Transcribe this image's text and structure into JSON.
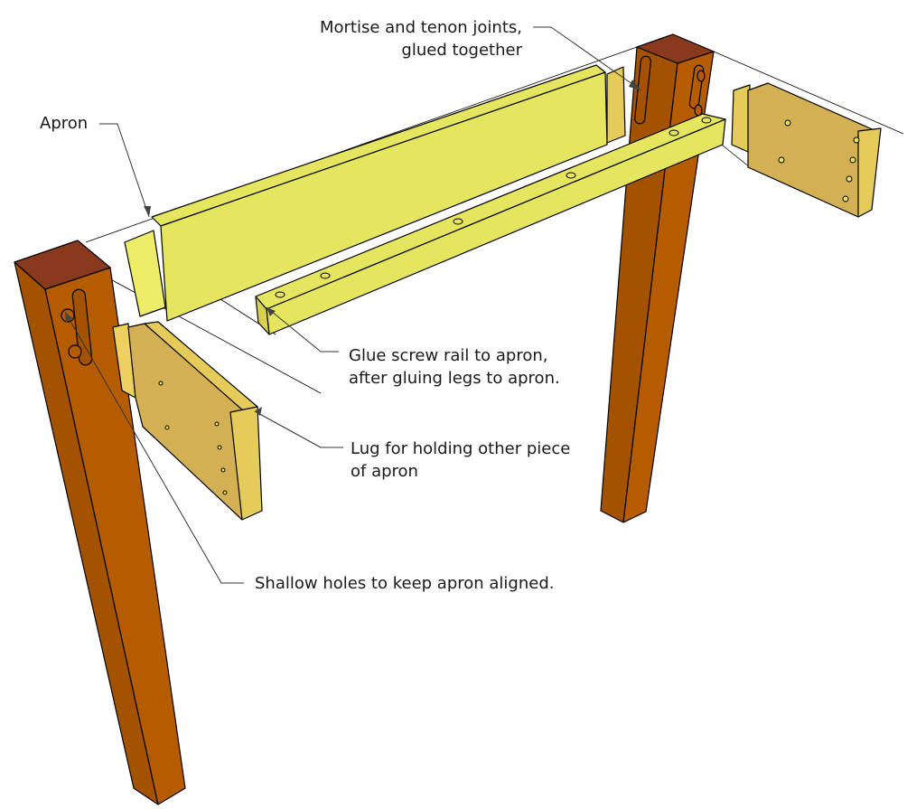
{
  "labels": {
    "mortise_line1": "Mortise and tenon joints,",
    "mortise_line2": "glued together",
    "apron": "Apron",
    "glue_line1": "Glue screw rail to apron,",
    "glue_line2": "after gluing legs to apron.",
    "lug_line1": "Lug for holding other piece",
    "lug_line2": "of apron",
    "holes": "Shallow holes to keep apron aligned."
  },
  "colors": {
    "leg_left_face": "#A35200",
    "leg_right_face": "#B65C00",
    "leg_top": "#8A3A1C",
    "apron": "#E5E560",
    "lug_face": "#D4B055",
    "lug_edge": "#E5CC5A"
  }
}
